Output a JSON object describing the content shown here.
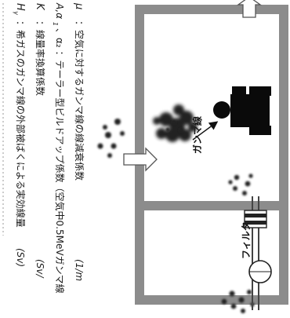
{
  "legend": {
    "rows": [
      {
        "symbol": "H",
        "sub": "γ",
        "text": "：希ガスのガンマ線の外部被ばくによる実効線量",
        "unit": "(Sv)"
      },
      {
        "symbol": "K",
        "sub": "",
        "text": "：線量率換算係数",
        "unit": "(Sv/"
      },
      {
        "symbol": "A,α",
        "sub": "1",
        "text": "、α₂ ：テーラー型ビルドアップ係数（空気中0.5MeVガンマ線",
        "unit": ""
      },
      {
        "symbol": "μ",
        "sub": "",
        "text": "：空気に対するガンマ線の線減衰係数",
        "unit": "(1/m"
      }
    ]
  },
  "diagram": {
    "gamma_label": "ガンマ線",
    "filter_label": "フィルタ"
  },
  "colors": {
    "wall": "#8c8c8c",
    "person": "#0a0a0a",
    "text": "#1a1a1a",
    "cloud": "#222222"
  }
}
